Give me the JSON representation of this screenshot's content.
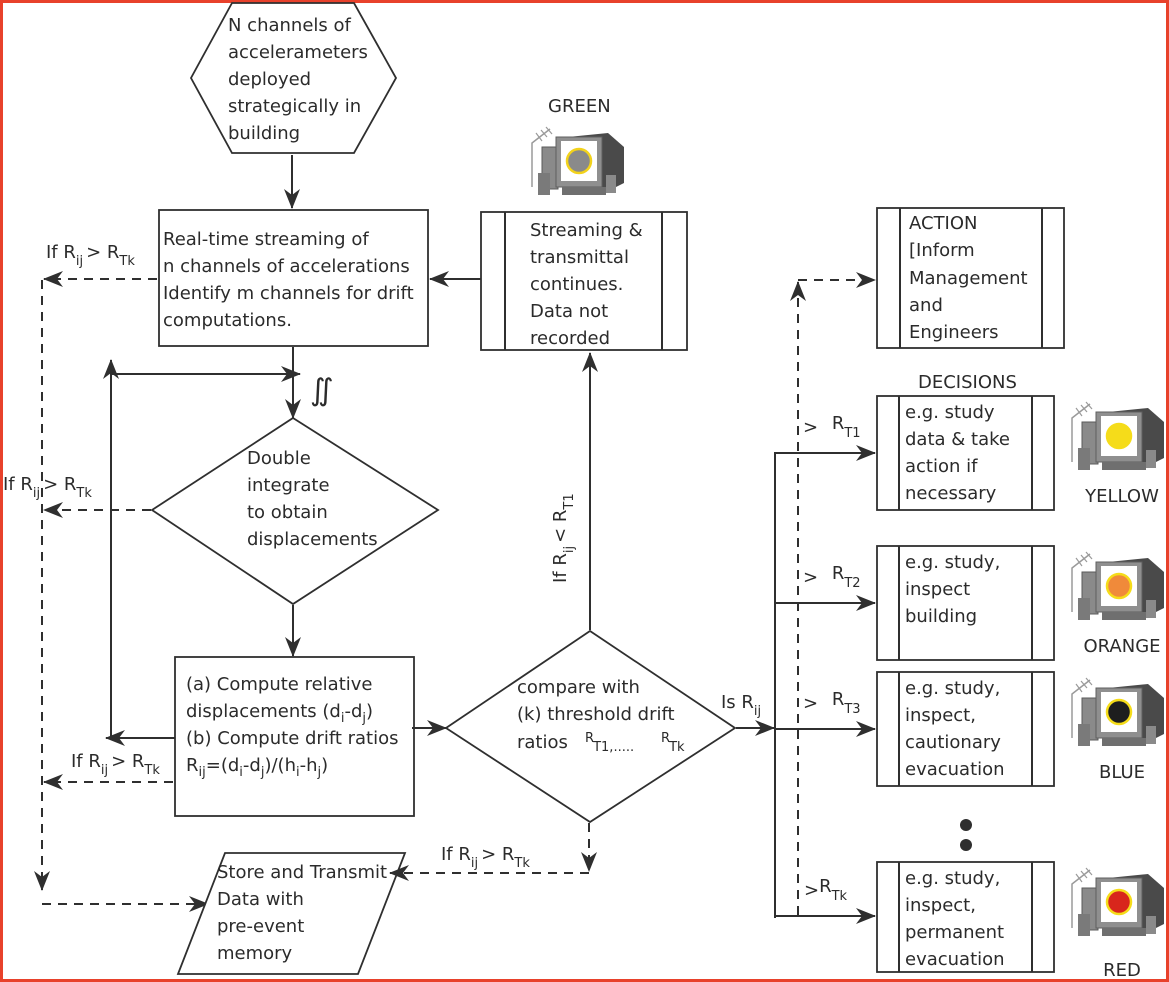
{
  "title": "Building drift monitoring and alert flowchart",
  "colors": {
    "border": "#e8412b",
    "stroke": "#2f2f2f",
    "text": "#2b2b2b",
    "green_status_ring": "#f2d21b",
    "yellow_status": "#f5dc1a",
    "orange_status": "#f08a3a",
    "blue_status": "#1e1e1e",
    "red_status": "#d8261c"
  },
  "nodes": {
    "sensors": [
      "N channels of",
      "accelerameters",
      "deployed",
      "strategically in",
      "building"
    ],
    "streaming": [
      "Real-time streaming of",
      "n channels of accelerations",
      "Identify m channels for drift",
      "computations."
    ],
    "integral_symbol": "∬",
    "integrate": [
      "Double",
      "integrate",
      "to obtain",
      "displacements"
    ],
    "compute": {
      "line_a1": "(a) Compute relative",
      "line_a2": "displacements (d",
      "line_b1": "(b) Compute drift ratios",
      "formula": "R"
    },
    "compare": {
      "line1": "compare with",
      "line2": "(k) threshold drift",
      "line3": "ratios",
      "r1": "R",
      "r1_sub": "T1,.....",
      "rk": "R",
      "rk_sub": "Tk"
    },
    "store": [
      "Store and Transmit",
      "Data with",
      "pre-event",
      "memory"
    ],
    "green_box": [
      "Streaming &",
      "transmittal",
      "continues.",
      "Data not",
      "recorded"
    ],
    "action": [
      "ACTION",
      "[Inform",
      "Management",
      "and",
      "Engineers"
    ]
  },
  "labels": {
    "if_gt": "If R",
    "gt": "> R",
    "ij": "ij",
    "tk": "Tk",
    "if_lt": "If R",
    "lt": "< R",
    "t1": "T1",
    "is_rij": "Is R",
    "decisions_heading": "DECISIONS"
  },
  "status": {
    "green": "GREEN"
  },
  "decisions": [
    {
      "threshold": "> ",
      "r": "R",
      "sub": "T1",
      "lines": [
        "e.g. study",
        "data & take",
        "action if",
        "necessary"
      ],
      "status": "YELLOW",
      "dot": "#f5dc1a",
      "ring": "#f5dc1a"
    },
    {
      "threshold": "> ",
      "r": "R",
      "sub": "T2",
      "lines": [
        "e.g. study,",
        "inspect",
        "building"
      ],
      "status": "ORANGE",
      "dot": "#f08a3a",
      "ring": "#f5dc1a"
    },
    {
      "threshold": "> ",
      "r": "R",
      "sub": "T3",
      "lines": [
        "e.g. study,",
        "inspect,",
        "cautionary",
        "evacuation"
      ],
      "status": "BLUE",
      "dot": "#1e1e1e",
      "ring": "#f5dc1a"
    },
    {
      "threshold": ">",
      "r": "R",
      "sub": "Tk",
      "lines": [
        "e.g. study,",
        "inspect,",
        "permanent",
        "evacuation"
      ],
      "status": "RED",
      "dot": "#d8261c",
      "ring": "#f5dc1a"
    }
  ]
}
